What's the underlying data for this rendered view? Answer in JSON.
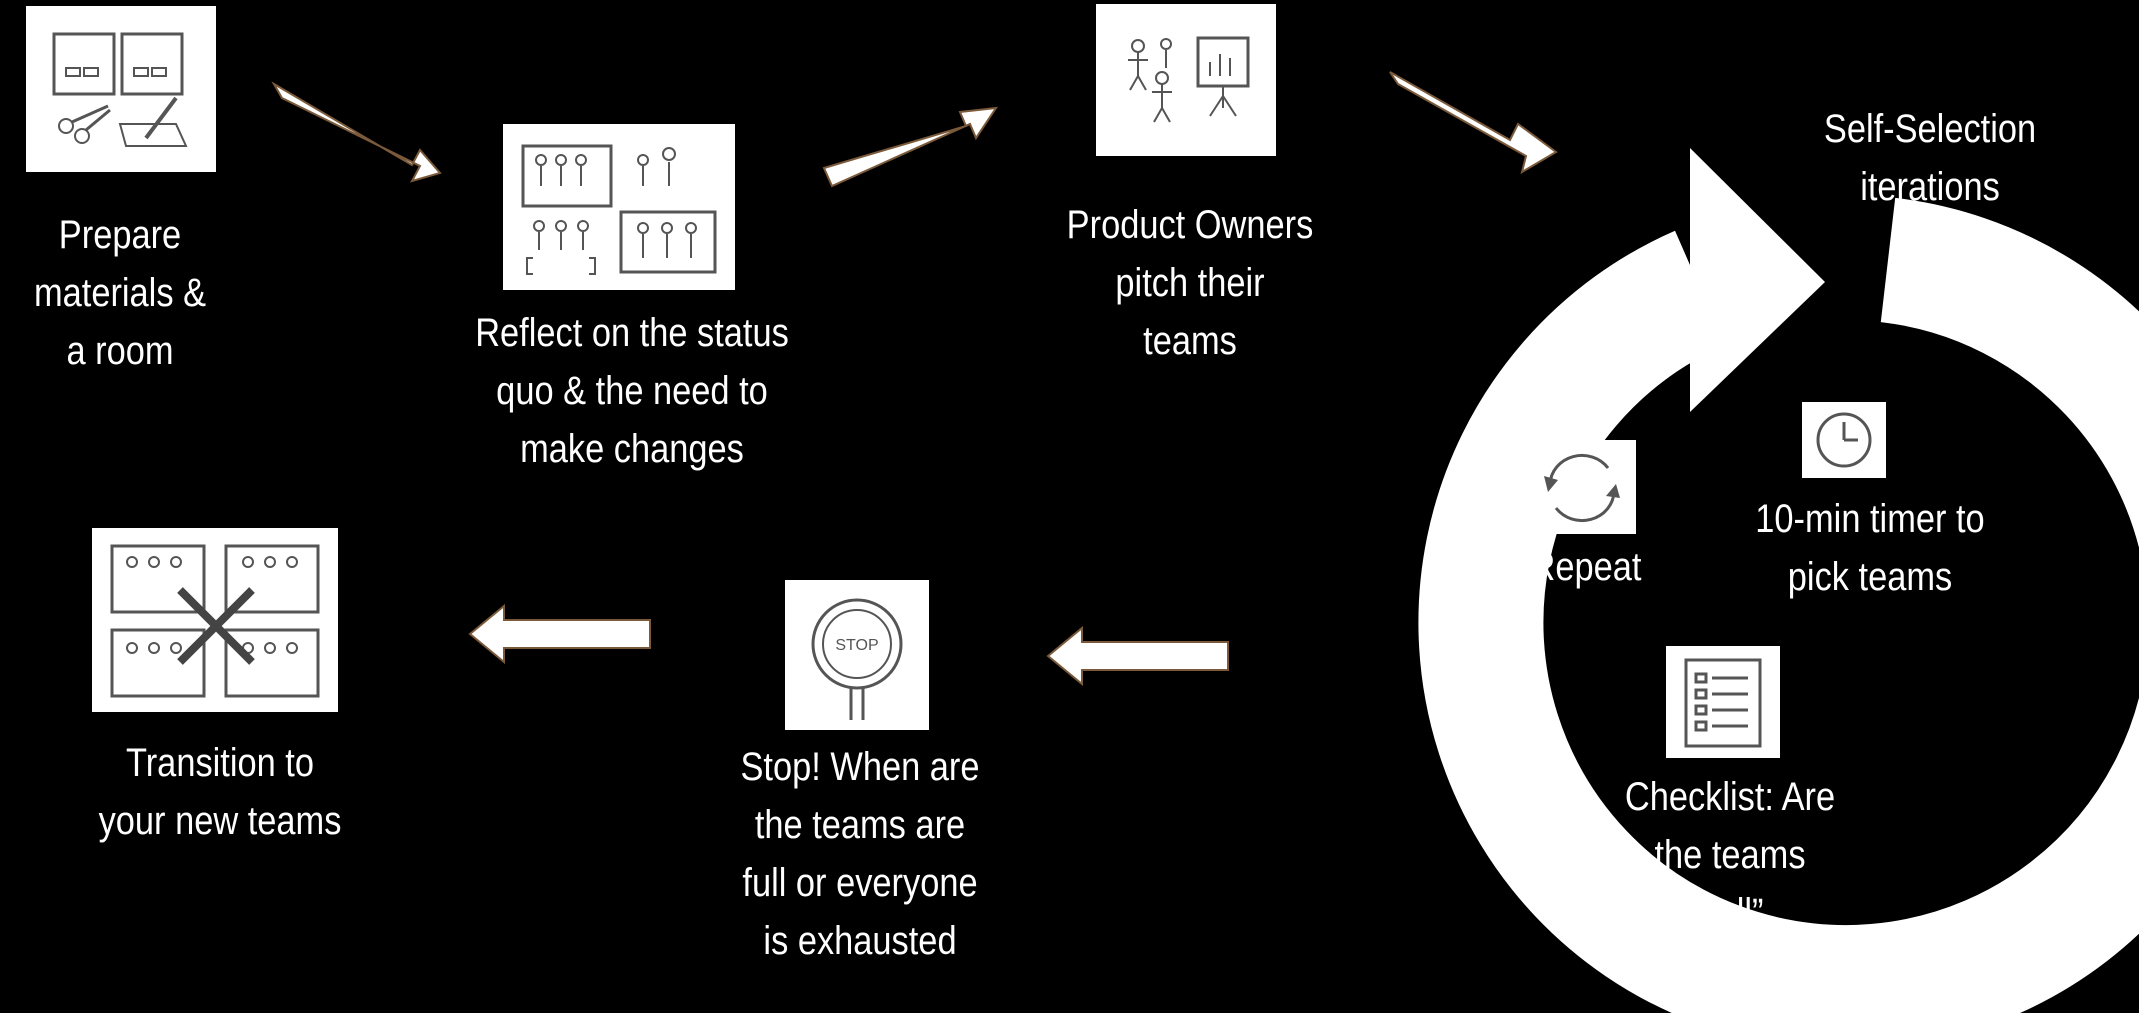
{
  "colors": {
    "background": "#000000",
    "foreground": "#ffffff",
    "arrow_outline": "#7a5a3a",
    "sketch": "#555555"
  },
  "steps": {
    "prepare": {
      "label": "Prepare\nmaterials &\na room",
      "icon": "materials-scissors-pen-icon"
    },
    "reflect": {
      "label": "Reflect on the status\nquo & the need to\nmake changes",
      "icon": "teams-board-icon"
    },
    "pitch": {
      "label": "Product Owners\npitch their\nteams",
      "icon": "presentation-easel-icon"
    },
    "stop": {
      "label": "Stop! When are\nthe teams are\nfull or everyone\nis exhausted",
      "icon": "stop-sign-icon"
    },
    "transition": {
      "label": "Transition to\nyour new teams",
      "icon": "teams-tools-icon"
    }
  },
  "cycle": {
    "title": "Self-Selection\niterations",
    "repeat": {
      "label": "Repeat",
      "icon": "repeat-arrows-icon"
    },
    "timer": {
      "label": "10-min timer to\npick teams",
      "icon": "clock-icon"
    },
    "checklist": {
      "label": "Checklist: Are\nthe teams\n“full”",
      "icon": "checklist-icon"
    }
  }
}
